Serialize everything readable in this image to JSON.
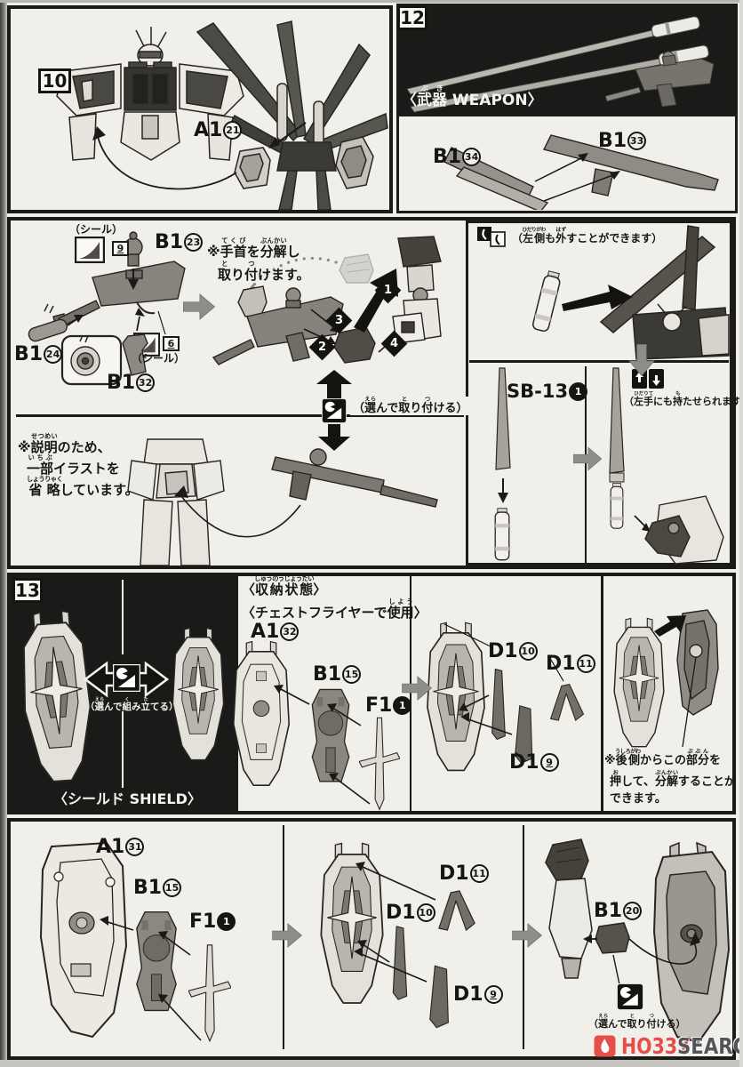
{
  "page": {
    "paper": "#f1efe9",
    "ink": "#1b1a17",
    "panel_black": "#1a1a18"
  },
  "step10": {
    "number": "10",
    "part_a1_21": {
      "code": "A1",
      "num": "21"
    }
  },
  "step12": {
    "number": "12",
    "caption": [
      {
        "b": "〈"
      },
      {
        "b": "武器",
        "r": "ぶき"
      },
      {
        "b": " WEAPON〉"
      }
    ],
    "part_b1_34": {
      "code": "B1",
      "num": "34"
    },
    "part_b1_33": {
      "code": "B1",
      "num": "33"
    }
  },
  "rifle_assembly": {
    "seal_caption_top": "（シール）",
    "seal_num_top": "9",
    "part_b1_23": {
      "code": "B1",
      "num": "23"
    },
    "part_b1_24": {
      "code": "B1",
      "num": "24"
    },
    "part_b1_32": {
      "code": "B1",
      "num": "32"
    },
    "seal_num_bottom": "6",
    "seal_caption_bottom": "（シール）",
    "wrist_note_line1": [
      {
        "b": "※"
      },
      {
        "b": "手首",
        "r": "てくび"
      },
      {
        "b": "を"
      },
      {
        "b": "分解",
        "r": "ぶんかい"
      },
      {
        "b": "し"
      }
    ],
    "wrist_note_line2": [
      {
        "b": "取",
        "r": "と"
      },
      {
        "b": "り"
      },
      {
        "b": "付",
        "r": "つ"
      },
      {
        "b": "けます。"
      }
    ],
    "order_markers": [
      "1",
      "2",
      "3",
      "4"
    ],
    "choose_attach": [
      {
        "b": "（"
      },
      {
        "b": "選",
        "r": "えら"
      },
      {
        "b": "んで"
      },
      {
        "b": "取",
        "r": "と"
      },
      {
        "b": "り"
      },
      {
        "b": "付",
        "r": "つ"
      },
      {
        "b": "ける）"
      }
    ],
    "omission_note": [
      [
        {
          "b": "※"
        },
        {
          "b": "説明",
          "r": "せつめい"
        },
        {
          "b": "のため、"
        }
      ],
      [
        {
          "b": "一部",
          "r": "いちぶ"
        },
        {
          "b": "イラストを"
        }
      ],
      [
        {
          "b": "省略",
          "r": "しょうりゃく"
        },
        {
          "b": "しています。"
        }
      ]
    ]
  },
  "saber_section": {
    "detach_note": [
      {
        "b": "（"
      },
      {
        "b": "左側",
        "r": "ひだりがわ"
      },
      {
        "b": "も"
      },
      {
        "b": "外",
        "r": "はず"
      },
      {
        "b": "すことができます）"
      }
    ],
    "part_sb13": {
      "code": "SB-13",
      "num": "1"
    },
    "hold_note": [
      {
        "b": "（"
      },
      {
        "b": "左手",
        "r": "ひだりて"
      },
      {
        "b": "にも"
      },
      {
        "b": "持",
        "r": "も"
      },
      {
        "b": "たせられます）"
      }
    ]
  },
  "step13": {
    "number": "13",
    "choose_build": [
      {
        "b": "（"
      },
      {
        "b": "選",
        "r": "えら"
      },
      {
        "b": "んで"
      },
      {
        "b": "組",
        "r": "く"
      },
      {
        "b": "み"
      },
      {
        "b": "立",
        "r": "た"
      },
      {
        "b": "てる）"
      }
    ],
    "shield_caption": "〈シールド SHIELD〉",
    "stored_caption": [
      {
        "b": "〈"
      },
      {
        "b": "収納状態",
        "r": "しゅうのうじょうたい"
      },
      {
        "b": "〉"
      }
    ],
    "usage_caption": [
      {
        "b": "〈チェストフライヤーで"
      },
      {
        "b": "使用",
        "r": "しよう"
      },
      {
        "b": "〉"
      }
    ],
    "part_a1_32": {
      "code": "A1",
      "num": "32"
    },
    "part_b1_15": {
      "code": "B1",
      "num": "15"
    },
    "part_f1_1": {
      "code": "F1",
      "num": "1"
    },
    "part_d1_10": {
      "code": "D1",
      "num": "10"
    },
    "part_d1_11": {
      "code": "D1",
      "num": "11"
    },
    "part_d1_9": {
      "code": "D1",
      "num": "9"
    },
    "disassembly_note": [
      [
        {
          "b": "※"
        },
        {
          "b": "後側",
          "r": "うしろがわ"
        },
        {
          "b": "からこの"
        },
        {
          "b": "部分",
          "r": "ぶぶん"
        },
        {
          "b": "を"
        }
      ],
      [
        {
          "b": "押",
          "r": "お"
        },
        {
          "b": "して、"
        },
        {
          "b": "分解",
          "r": "ぶんかい"
        },
        {
          "b": "することが"
        }
      ],
      [
        {
          "b": "できます。"
        }
      ]
    ]
  },
  "shield_attach": {
    "part_a1_31": {
      "code": "A1",
      "num": "31"
    },
    "part_b1_15": {
      "code": "B1",
      "num": "15"
    },
    "part_f1_1": {
      "code": "F1",
      "num": "1"
    },
    "part_d1_11": {
      "code": "D1",
      "num": "11"
    },
    "part_d1_10": {
      "code": "D1",
      "num": "10"
    },
    "part_d1_9": {
      "code": "D1",
      "num": "9"
    },
    "part_b1_20": {
      "code": "B1",
      "num": "20"
    },
    "choose_attach": [
      {
        "b": "（"
      },
      {
        "b": "選",
        "r": "えら"
      },
      {
        "b": "んで"
      },
      {
        "b": "取",
        "r": "と"
      },
      {
        "b": "り"
      },
      {
        "b": "付",
        "r": "つ"
      },
      {
        "b": "ける）"
      }
    ]
  },
  "watermark": {
    "brand": "HOBBY SEARCH",
    "hobby_display": "HO33Y",
    "search_display": "SEARCH",
    "red": "#e44f49"
  }
}
